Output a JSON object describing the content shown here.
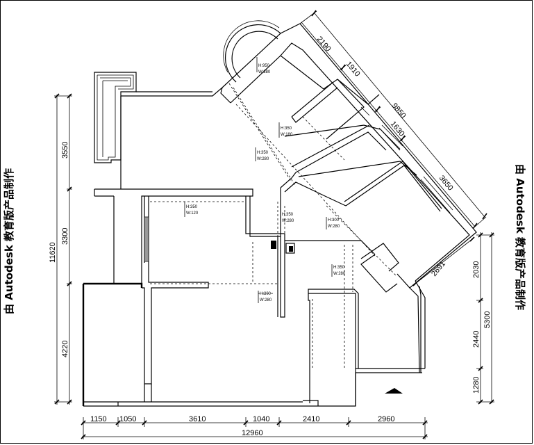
{
  "watermark": "由 Autodesk 教育版产品制作",
  "bottom_dims": {
    "segments": [
      "1150",
      "1050",
      "3610",
      "1040",
      "2410",
      "2960"
    ],
    "total": "12960"
  },
  "left_dims": {
    "segments": [
      "3550",
      "3300",
      "4220"
    ],
    "total": "11620"
  },
  "right_dims": {
    "segments": [
      "2030",
      "2440",
      "1280"
    ],
    "total": "5300"
  },
  "diagonal_dims": {
    "segments": [
      "2190",
      "1910",
      "1630",
      "3650"
    ],
    "total": "9850",
    "lower": "2691"
  },
  "window_tags": [
    {
      "h": "H:950",
      "w": "W:280"
    },
    {
      "h": "H:350",
      "w": "W:180"
    },
    {
      "h": "H:350",
      "w": "W:280"
    },
    {
      "h": "H:350",
      "w": "W:120"
    },
    {
      "h": "H:350",
      "w": "W:280"
    },
    {
      "h": "H:300",
      "w": "W:280"
    },
    {
      "h": "H:350",
      "w": "W:280"
    },
    {
      "h": "H:300",
      "w": "W:280"
    }
  ]
}
